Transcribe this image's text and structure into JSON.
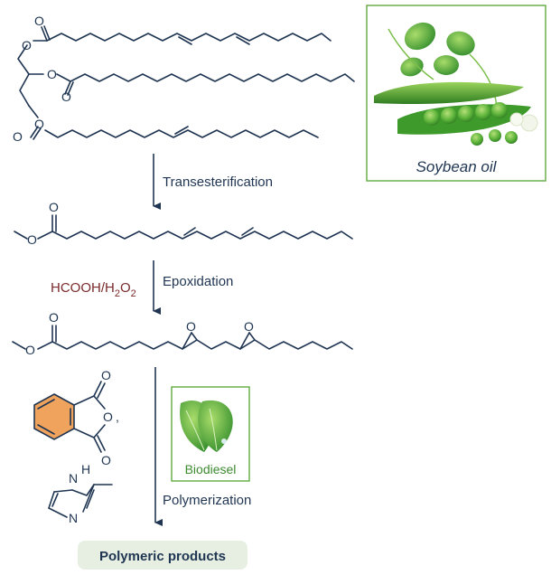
{
  "labels": {
    "transesterification": "Transesterification",
    "reagent_main": "HCOOH/H",
    "reagent_sub1": "2",
    "reagent_o": "O",
    "reagent_sub2": "2",
    "epoxidation": "Epoxidation",
    "polymerization": "Polymerization",
    "product": "Polymeric products",
    "soybean_caption": "Soybean oil",
    "biodiesel_caption": "Biodiesel"
  },
  "atoms": {
    "O": "O",
    "N": "N",
    "H": "H",
    "comma": ","
  },
  "colors": {
    "ink": "#1f3552",
    "reagent": "#7a2a2a",
    "frame_green": "#6ab04c",
    "biodiesel_text": "#3d8b2f",
    "product_bg": "#e6efe2",
    "benzene_fill": "#f0a35c",
    "leaf_green": "#4caa3a",
    "pea_green": "#5cb33a"
  },
  "icons": [
    "soybean-pod-icon",
    "green-leaves-icon",
    "benzene-ring-icon"
  ]
}
